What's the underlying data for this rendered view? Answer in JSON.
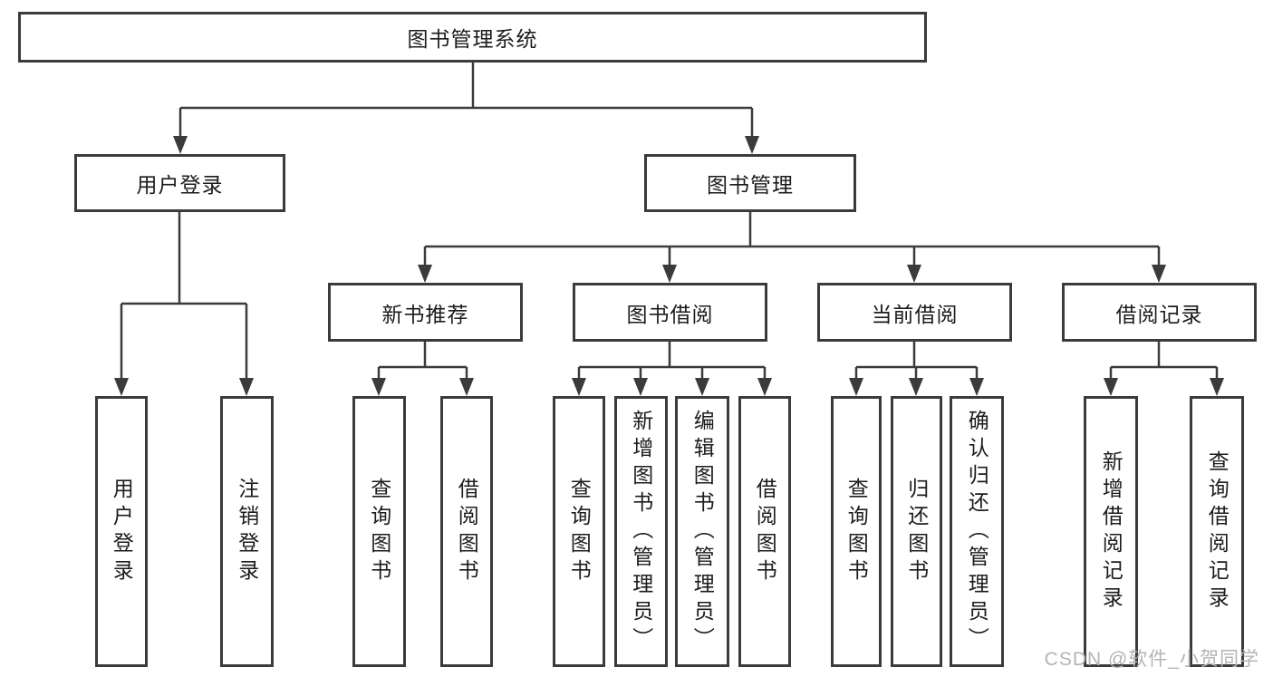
{
  "title": "图书管理系统",
  "level2": {
    "login": "用户登录",
    "management": "图书管理"
  },
  "level3": {
    "new_books": "新书推荐",
    "book_borrow": "图书借阅",
    "current_borrow": "当前借阅",
    "borrow_records": "借阅记录"
  },
  "leaves": {
    "login": [
      "用户登录",
      "注销登录"
    ],
    "new_books": [
      "查询图书",
      "借阅图书"
    ],
    "book_borrow": [
      "查询图书",
      "新增图书（管理员）",
      "编辑图书（管理员）",
      "借阅图书"
    ],
    "current_borrow": [
      "查询图书",
      "归还图书",
      "确认归还（管理员）"
    ],
    "borrow_records": [
      "新增借阅记录",
      "查询借阅记录"
    ]
  },
  "watermark": "CSDN @软件_小贺同学",
  "colors": {
    "border": "#3b3b3b",
    "line": "#3b3b3b",
    "text": "#1c1c1c",
    "watermark": "#b2b4b8"
  }
}
